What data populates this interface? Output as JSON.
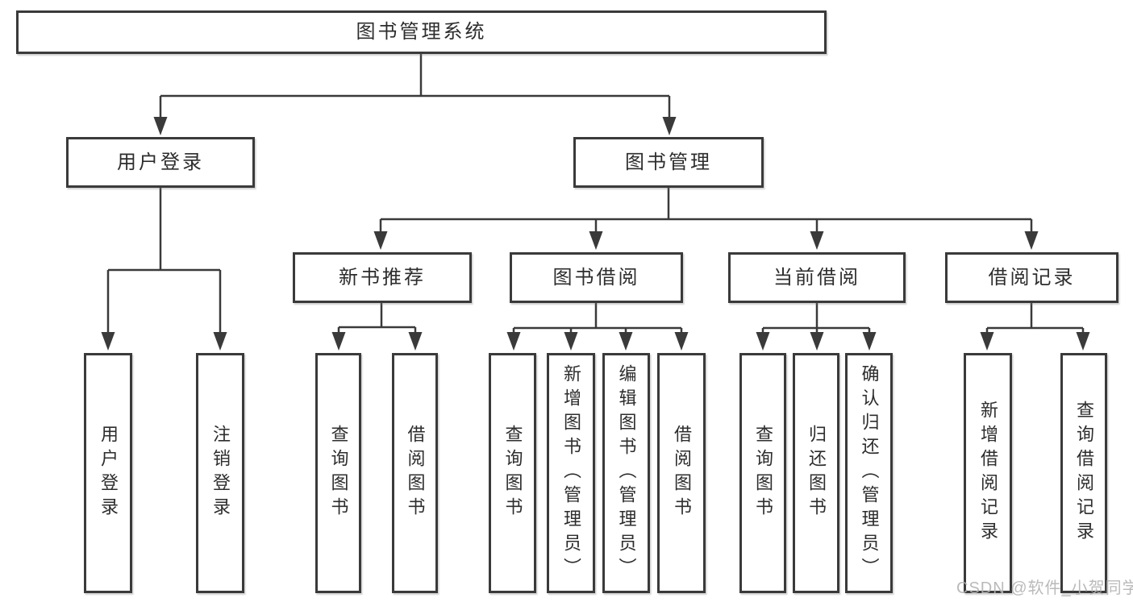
{
  "nodes": {
    "root": "图书管理系统",
    "user_login": {
      "label": "用户登录",
      "children": [
        "用户登录",
        "注销登录"
      ]
    },
    "book_management": {
      "label": "图书管理",
      "sections": [
        {
          "label": "新书推荐",
          "children": [
            "查询图书",
            "借阅图书"
          ]
        },
        {
          "label": "图书借阅",
          "children": [
            "查询图书",
            "新增图书（管理员）",
            "编辑图书（管理员）",
            "借阅图书"
          ]
        },
        {
          "label": "当前借阅",
          "children": [
            "查询图书",
            "归还图书",
            "确认归还（管理员）"
          ]
        },
        {
          "label": "借阅记录",
          "children": [
            "新增借阅记录",
            "查询借阅记录"
          ]
        }
      ]
    }
  },
  "watermark": "CSDN @软件_小贺同学",
  "colors": {
    "line": "#3a3a3a",
    "text": "#2d2d2d",
    "watermark": "#b3b3b3",
    "background": "#ffffff"
  }
}
